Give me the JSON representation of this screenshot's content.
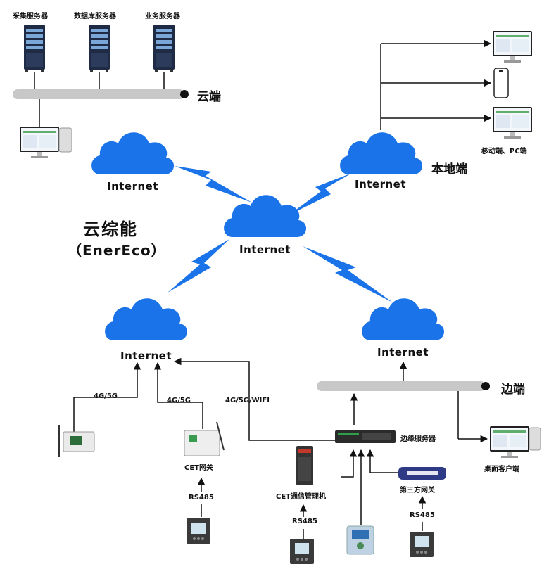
{
  "labels": {
    "collect_server": "采集服务器",
    "db_server": "数据库服务器",
    "biz_server": "业务服务器",
    "cloud_side": "云端",
    "local_side": "本地端",
    "mobile_pc": "移动端、PC端",
    "brand_name": "云综能",
    "brand_sub": "（EnerEco）",
    "edge_side": "边端",
    "edge_server": "边缘服务器",
    "desktop_client": "桌面客户端",
    "cet_gateway": "CET网关",
    "cet_comm": "CET通信管理机",
    "third_gateway": "第三方网关",
    "rs485_a": "RS485",
    "rs485_b": "RS485",
    "rs485_c": "RS485",
    "link_a": "4G/5G",
    "link_b": "4G/5G",
    "link_c": "4G/5G/WIFI"
  },
  "clouds": {
    "left": "Internet",
    "center": "Internet",
    "right": "Internet",
    "bottom_left": "Internet",
    "bottom_right": "Internet"
  },
  "colors": {
    "cloud": "#1a73e8",
    "bolt": "#1a73e8",
    "bus": "#c8c8c8",
    "line": "#111111"
  }
}
